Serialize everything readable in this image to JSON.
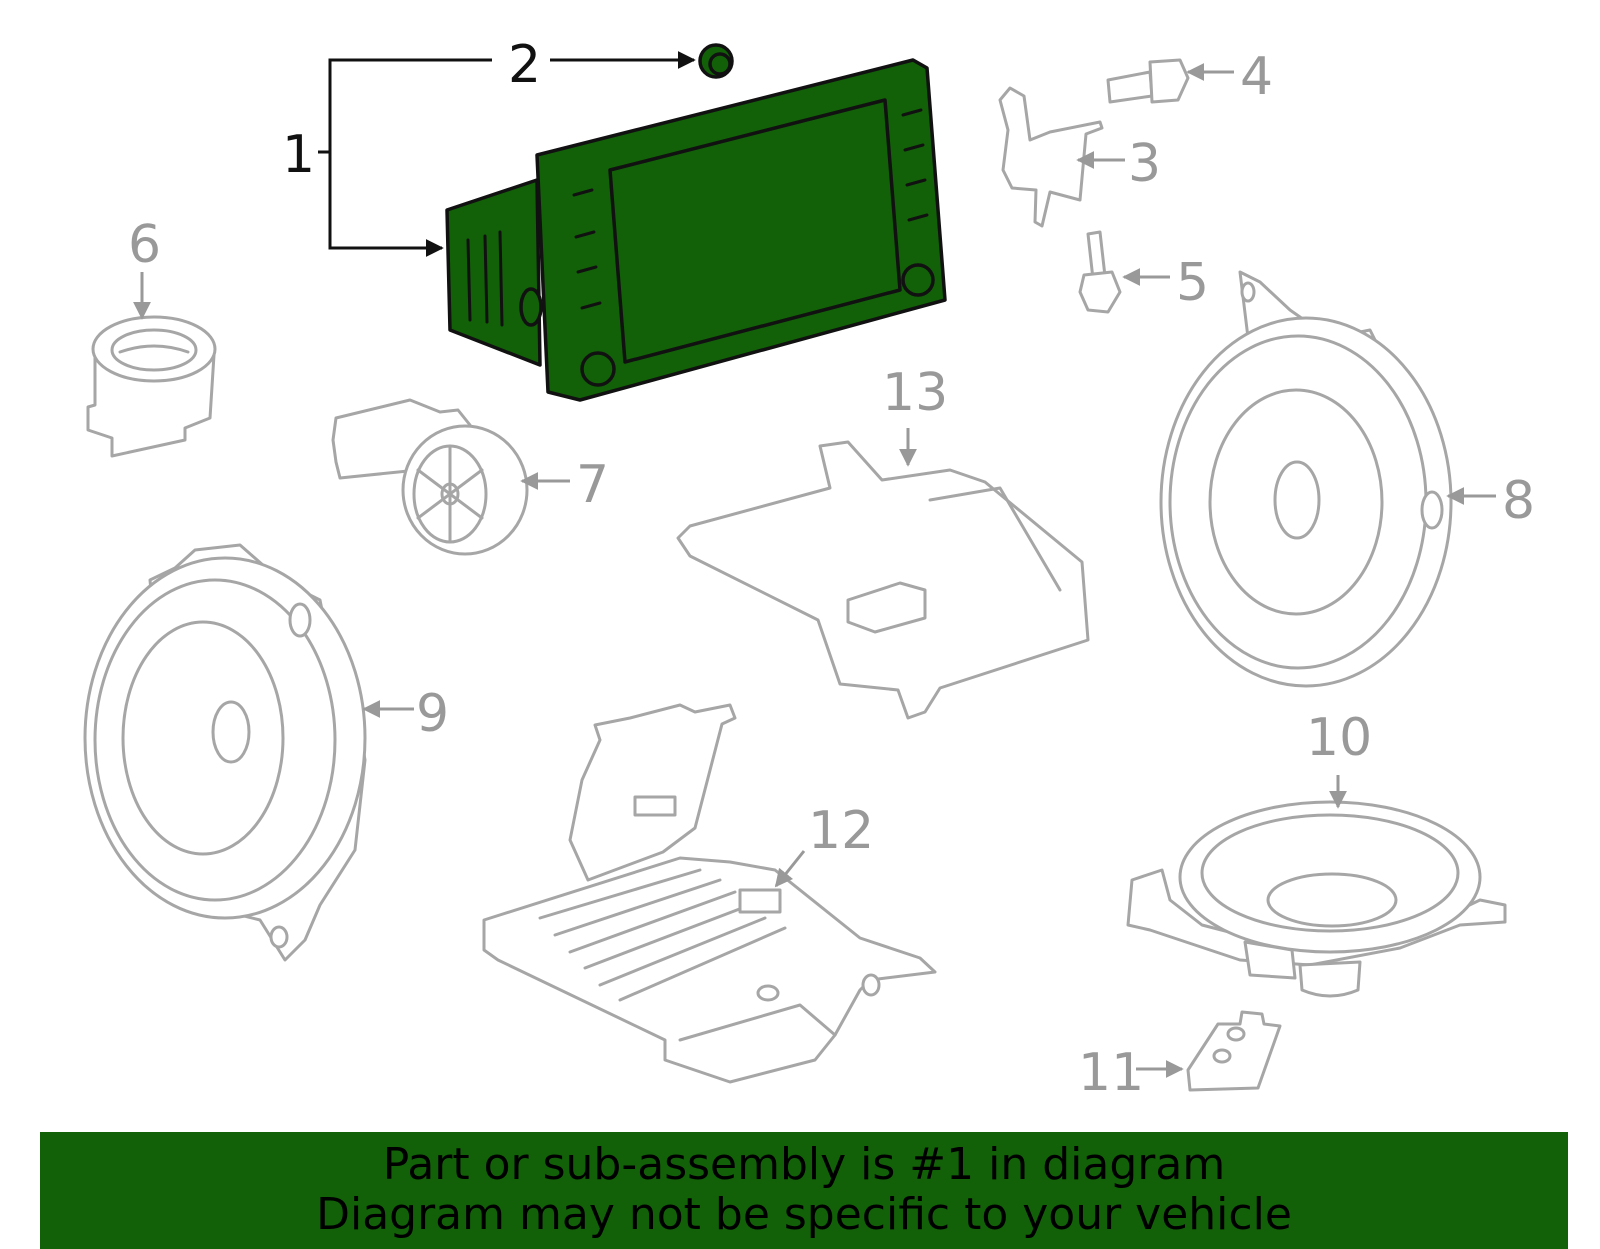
{
  "callouts": {
    "c1": "1",
    "c2": "2",
    "c3": "3",
    "c4": "4",
    "c5": "5",
    "c6": "6",
    "c7": "7",
    "c8": "8",
    "c9": "9",
    "c10": "10",
    "c11": "11",
    "c12": "12",
    "c13": "13"
  },
  "highlight_color": "#126108",
  "banner": {
    "line1": "Part or sub-assembly is #1 in diagram",
    "line2": "Diagram may not be specific to your vehicle"
  }
}
